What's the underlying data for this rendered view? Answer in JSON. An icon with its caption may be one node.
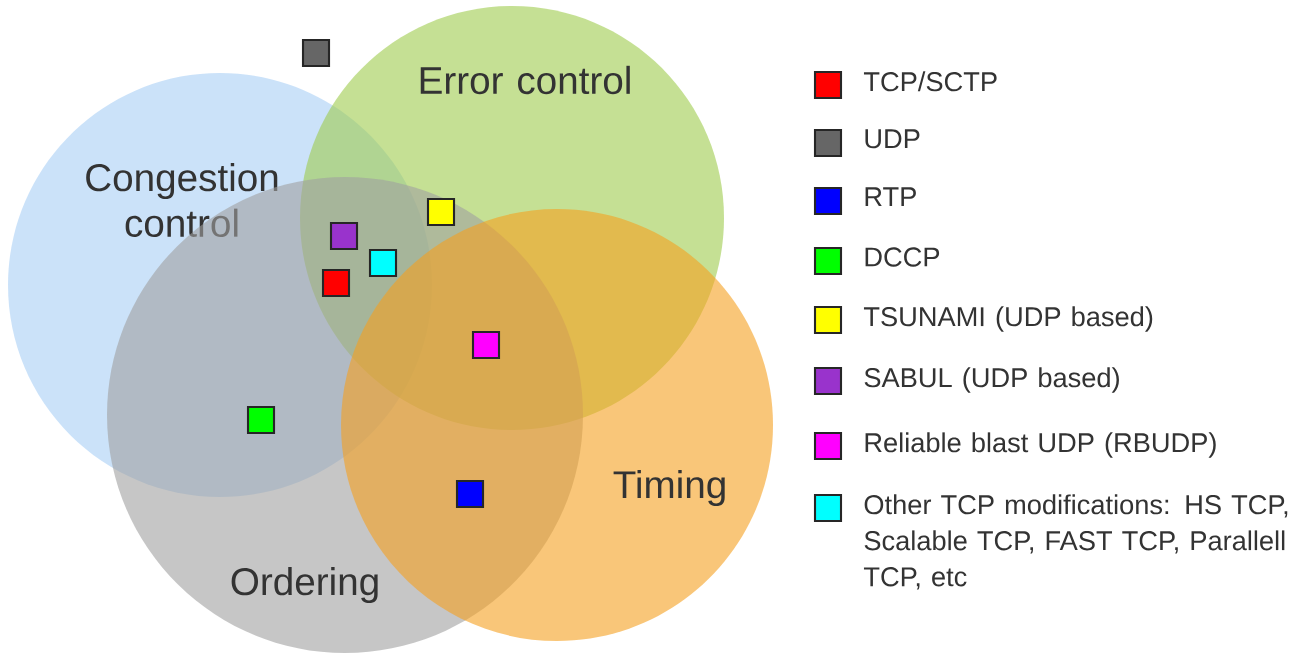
{
  "diagram": {
    "nodes": [
      {
        "text": [
          "Congestion control"
        ]
      },
      {
        "text": [
          "Error control"
        ]
      },
      {
        "text": [
          "Ordering"
        ]
      },
      {
        "text": [
          "Timing"
        ]
      }
    ],
    "legend": [
      {
        "text": "TCP/SCTP",
        "color": "#ff0000"
      },
      {
        "text": "UDP",
        "color": "#666666"
      },
      {
        "text": "RTP",
        "color": "#0000ff"
      },
      {
        "text": "DCCP",
        "color": "#00ff00"
      },
      {
        "text": "TSUNAMI (UDP based)",
        "color": "#ffff00"
      },
      {
        "text": "SABUL (UDP based)",
        "color": "#9933cc"
      },
      {
        "text": "Reliable blast UDP (RBUDP)",
        "color": "#ff00ff"
      },
      {
        "text": "Other TCP modifications: HS TCP, Scalable TCP, FAST TCP, Parallell TCP, etc",
        "color": "#00ffff"
      }
    ]
  }
}
